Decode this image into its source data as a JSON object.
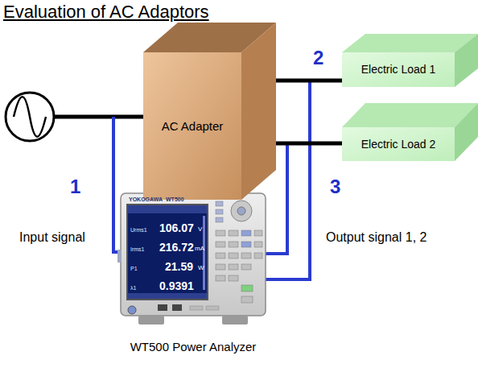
{
  "diagram": {
    "title": "Evaluation of AC Adaptors",
    "nodes": [
      {
        "text": [
          "AC Adapter"
        ]
      },
      {
        "text": [
          "Electric Load 1"
        ]
      },
      {
        "text": [
          "Electric Load 2"
        ]
      },
      {
        "text": [
          "WT500 Power Analyzer"
        ]
      }
    ],
    "edges": [
      {
        "from": 0,
        "to": 1,
        "arrow": "none"
      },
      {
        "from": 0,
        "to": 2,
        "arrow": "none"
      }
    ],
    "labels": [
      "1",
      "2",
      "3",
      "Input signal",
      "Output signal 1, 2",
      "YOKOGAWA",
      "WT500",
      "Urms1",
      "106.07",
      "V",
      "Irms1",
      "216.72",
      "mA",
      "P1",
      "21.59",
      "W",
      "λ1",
      "0.9391"
    ]
  }
}
